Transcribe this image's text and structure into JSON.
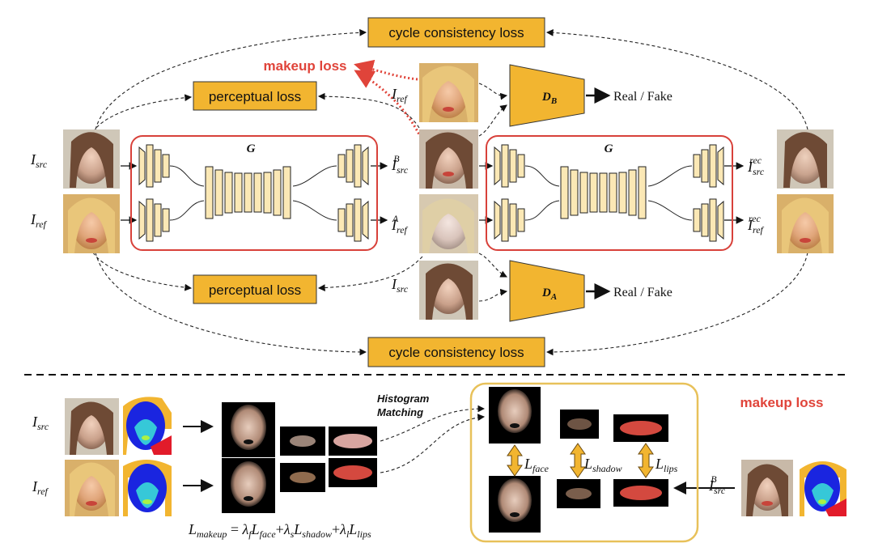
{
  "losses": {
    "cycle_top": "cycle consistency loss",
    "cycle_bottom": "cycle consistency loss",
    "perceptual_top": "perceptual loss",
    "perceptual_bottom": "perceptual loss",
    "makeup_top": "makeup loss",
    "makeup_bottom": "makeup loss"
  },
  "generator": {
    "label_left": "G",
    "label_right": "G"
  },
  "discriminators": {
    "db_main": "D",
    "db_sub": "B",
    "da_main": "D",
    "da_sub": "A",
    "out_b": "Real / Fake",
    "out_a": "Real / Fake"
  },
  "symbols": {
    "I": "I",
    "src": "src",
    "ref": "ref",
    "sup_B": "B",
    "sup_A": "A",
    "sup_rec": "rec"
  },
  "bottom": {
    "histogram": "Histogram",
    "matching": "Matching",
    "L": "L",
    "face": "face",
    "shadow": "shadow",
    "lips": "lips",
    "formula": {
      "lhs_sub": "makeup",
      "eq": " = ",
      "lf": "λ",
      "lf_sub": "f",
      "plus": "+",
      "ls": "λ",
      "ls_sub": "s",
      "ll": "λ",
      "ll_sub": "l"
    }
  },
  "colors": {
    "loss_box": "#f2b530",
    "disc": "#f2b530",
    "net_block": "#fbe8b5",
    "generator_border": "#d8413a",
    "makeup_red": "#e0443a",
    "bottom_border": "#e8c15a"
  }
}
